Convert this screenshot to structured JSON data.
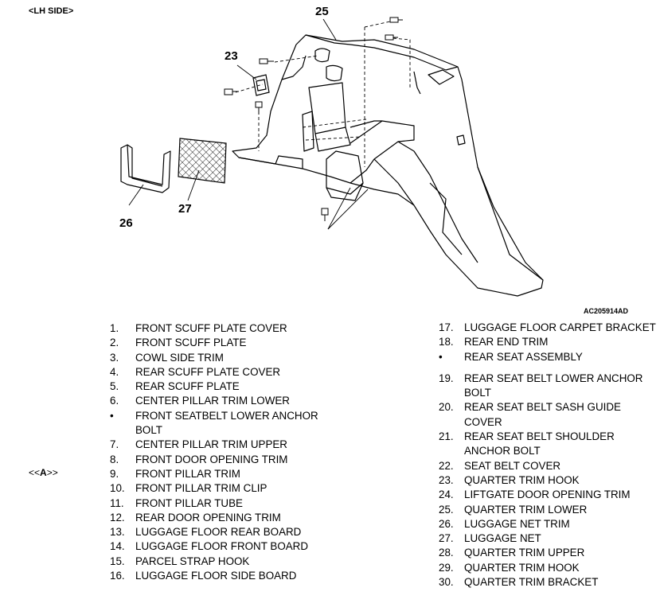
{
  "header": {
    "side_label": "<LH SIDE>"
  },
  "figure": {
    "code": "AC205914AD"
  },
  "callouts": {
    "c25": "25",
    "c23": "23",
    "c26": "26",
    "c27": "27"
  },
  "ref_mark": {
    "open": "<<",
    "letter": "A",
    "close": ">>"
  },
  "legend_left": [
    {
      "num": "1.",
      "text": "FRONT SCUFF PLATE COVER"
    },
    {
      "num": "2.",
      "text": "FRONT SCUFF PLATE"
    },
    {
      "num": "3.",
      "text": "COWL SIDE TRIM"
    },
    {
      "num": "4.",
      "text": "REAR SCUFF PLATE COVER"
    },
    {
      "num": "5.",
      "text": "REAR SCUFF PLATE"
    },
    {
      "num": "6.",
      "text": "CENTER PILLAR TRIM LOWER"
    },
    {
      "num": "•",
      "text": "FRONT SEATBELT LOWER ANCHOR BOLT"
    },
    {
      "num": "7.",
      "text": "CENTER PILLAR TRIM UPPER"
    },
    {
      "num": "8.",
      "text": "FRONT DOOR OPENING TRIM"
    },
    {
      "num": "9.",
      "text": "FRONT PILLAR TRIM"
    },
    {
      "num": "10.",
      "text": "FRONT PILLAR TRIM CLIP"
    },
    {
      "num": "11.",
      "text": "FRONT PILLAR TUBE"
    },
    {
      "num": "12.",
      "text": "REAR DOOR OPENING TRIM"
    },
    {
      "num": "13.",
      "text": "LUGGAGE FLOOR REAR BOARD"
    },
    {
      "num": "14.",
      "text": "LUGGAGE FLOOR FRONT BOARD"
    },
    {
      "num": "15.",
      "text": "PARCEL STRAP HOOK"
    },
    {
      "num": "16.",
      "text": "LUGGAGE FLOOR SIDE BOARD"
    }
  ],
  "legend_right": [
    {
      "num": "17.",
      "text": "LUGGAGE FLOOR CARPET BRACKET"
    },
    {
      "num": "18.",
      "text": "REAR END TRIM"
    },
    {
      "num": "•",
      "text": "REAR SEAT ASSEMBLY"
    },
    {
      "num": "19.",
      "text": "REAR SEAT BELT LOWER ANCHOR BOLT"
    },
    {
      "num": "20.",
      "text": "REAR SEAT BELT SASH GUIDE COVER"
    },
    {
      "num": "21.",
      "text": "REAR SEAT BELT SHOULDER ANCHOR BOLT"
    },
    {
      "num": "22.",
      "text": "SEAT BELT COVER"
    },
    {
      "num": "23.",
      "text": "QUARTER TRIM HOOK"
    },
    {
      "num": "24.",
      "text": "LIFTGATE DOOR OPENING TRIM"
    },
    {
      "num": "25.",
      "text": "QUARTER TRIM LOWER"
    },
    {
      "num": "26.",
      "text": "LUGGAGE NET TRIM"
    },
    {
      "num": "27.",
      "text": "LUGGAGE NET"
    },
    {
      "num": "28.",
      "text": "QUARTER TRIM UPPER"
    },
    {
      "num": "29.",
      "text": "QUARTER TRIM HOOK"
    },
    {
      "num": "30.",
      "text": "QUARTER TRIM BRACKET"
    }
  ]
}
